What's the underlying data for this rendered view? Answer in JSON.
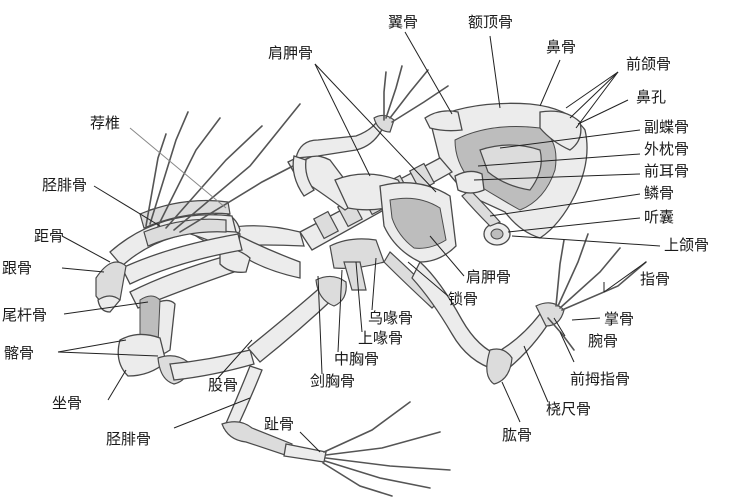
{
  "labels": {
    "yi_gu": "翼骨",
    "e_ding_gu": "额顶骨",
    "bi_gu": "鼻骨",
    "qian_he_gu": "前颌骨",
    "bi_kong": "鼻孔",
    "fu_die_gu": "副蝶骨",
    "wai_zhen_gu": "外枕骨",
    "qian_er_gu": "前耳骨",
    "lin_gu": "鳞骨",
    "ting_nang": "听囊",
    "shang_he_gu": "上颌骨",
    "zhi_gu_finger": "指骨",
    "zhang_gu": "掌骨",
    "wan_gu": "腕骨",
    "qian_mu_zhi_gu": "前拇指骨",
    "rao_chi_gu": "桡尺骨",
    "gong_gu": "肱骨",
    "jian_jia_gu_top": "肩胛骨",
    "jian_jia_gu_mid": "肩胛骨",
    "suo_gu": "锁骨",
    "wu_hui_gu": "乌喙骨",
    "shang_hui_gu": "上喙骨",
    "zhong_xiong_gu": "中胸骨",
    "jian_xiong_gu": "剑胸骨",
    "zhi_gu_toe": "趾骨",
    "gu_gu": "股骨",
    "jing_fei_gu_bottom": "胫腓骨",
    "zuo_gu": "坐骨",
    "qia_gu": "髂骨",
    "wei_gan_gu": "尾杆骨",
    "gen_gu": "跟骨",
    "ju_gu": "距骨",
    "jing_fei_gu_top": "胫腓骨",
    "jian_zhui": "荐椎"
  },
  "colors": {
    "bone": "#ececec",
    "line": "#222222"
  }
}
